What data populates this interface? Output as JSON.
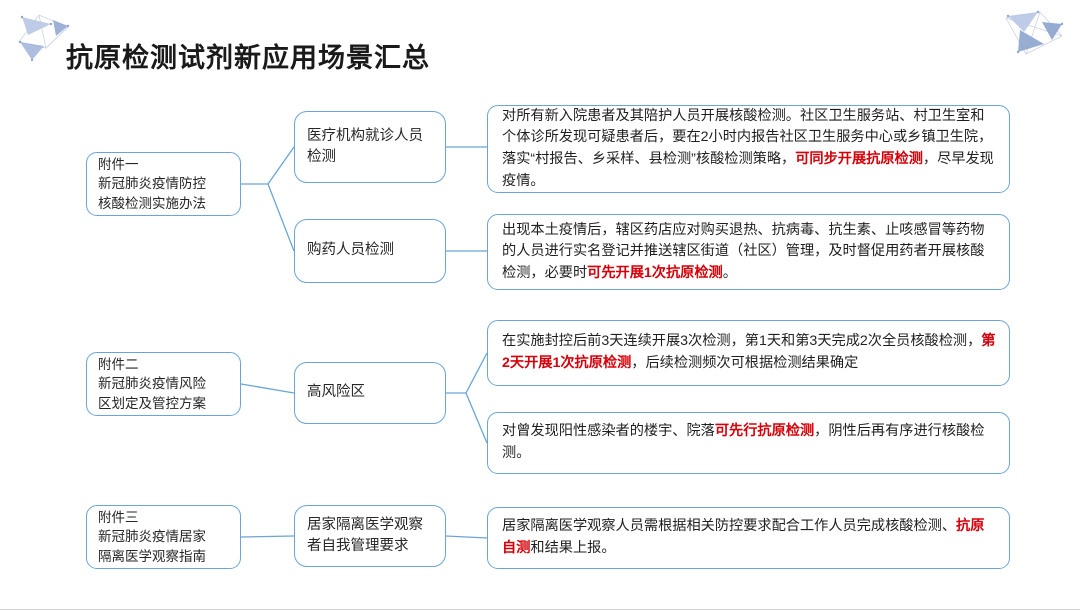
{
  "slide": {
    "title": "抗原检测试剂新应用场景汇总",
    "accent_border": "#6aa5d6",
    "highlight_color": "#d70009",
    "decoration_color": "#b9c6e4",
    "background": "#ffffff"
  },
  "decorations": [
    {
      "name": "triangle-cluster-top-left"
    },
    {
      "name": "triangle-cluster-top-right"
    }
  ],
  "branches": [
    {
      "attachment": "附件一\n新冠肺炎疫情防控\n核酸检测实施办法",
      "attachment_lines": [
        "附件一",
        "新冠肺炎疫情防控",
        "核酸检测实施办法"
      ],
      "categories": [
        {
          "label": "医疗机构就诊人员检测",
          "detail_segments": [
            {
              "text": "对所有新入院患者及其陪护人员开展核酸检测。社区卫生服务站、村卫生室和个体诊所发现可疑患者后，要在2小时内报告社区卫生服务中心或乡镇卫生院，落实“村报告、乡采样、县检测”核酸检测策略，",
              "highlight": false
            },
            {
              "text": "可同步开展抗原检测",
              "highlight": true
            },
            {
              "text": "，尽早发现疫情。",
              "highlight": false
            }
          ]
        },
        {
          "label": "购药人员检测",
          "detail_segments": [
            {
              "text": "出现本土疫情后，辖区药店应对购买退热、抗病毒、抗生素、止咳感冒等药物的人员进行实名登记并推送辖区街道（社区）管理，及时督促用药者开展核酸检测，必要时",
              "highlight": false
            },
            {
              "text": "可先开展1次抗原检测",
              "highlight": true
            },
            {
              "text": "。",
              "highlight": false
            }
          ]
        }
      ]
    },
    {
      "attachment": "附件二\n新冠肺炎疫情风险\n区划定及管控方案",
      "attachment_lines": [
        "附件二",
        "新冠肺炎疫情风险",
        "区划定及管控方案"
      ],
      "categories": [
        {
          "label": "高风险区",
          "details": [
            {
              "segments": [
                {
                  "text": "在实施封控后前3天连续开展3次检测，第1天和第3天完成2次全员核酸检测，",
                  "highlight": false
                },
                {
                  "text": "第2天开展1次抗原检测",
                  "highlight": true
                },
                {
                  "text": "，后续检测频次可根据检测结果确定",
                  "highlight": false
                }
              ]
            },
            {
              "segments": [
                {
                  "text": "对曾发现阳性感染者的楼宇、院落",
                  "highlight": false
                },
                {
                  "text": "可先行抗原检测",
                  "highlight": true
                },
                {
                  "text": "，阴性后再有序进行核酸检测。",
                  "highlight": false
                }
              ]
            }
          ]
        }
      ]
    },
    {
      "attachment": "附件三\n新冠肺炎疫情居家\n隔离医学观察指南",
      "attachment_lines": [
        "附件三",
        "新冠肺炎疫情居家",
        "隔离医学观察指南"
      ],
      "categories": [
        {
          "label": "居家隔离医学观察者自我管理要求",
          "detail_segments": [
            {
              "text": "居家隔离医学观察人员需根据相关防控要求配合工作人员完成核酸检测、",
              "highlight": false
            },
            {
              "text": "抗原自测",
              "highlight": true
            },
            {
              "text": "和结果上报。",
              "highlight": false
            }
          ]
        }
      ]
    }
  ],
  "nodes": {
    "att_1": "附件一\n新冠肺炎疫情防控\n核酸检测实施办法",
    "att_2": "附件二\n新冠肺炎疫情风险\n区划定及管控方案",
    "att_3": "附件三\n新冠肺炎疫情居家\n隔离医学观察指南",
    "cat_1": "医疗机构就诊人员检测",
    "cat_2": "购药人员检测",
    "cat_3": "高风险区",
    "cat_4": "居家隔离医学观察者自我管理要求"
  }
}
